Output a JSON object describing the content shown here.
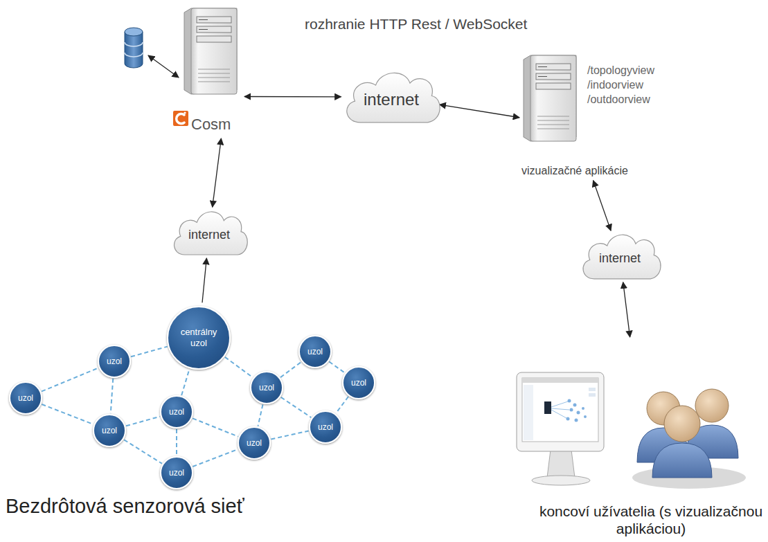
{
  "diagram": {
    "nodes": [
      {
        "text": [
          "Cosm"
        ]
      },
      {
        "text": [
          "internet"
        ]
      },
      {
        "text": [
          "/topologyview /indoorview /outdoorview",
          "vizualizačné aplikácie"
        ]
      },
      {
        "text": [
          "internet"
        ]
      },
      {
        "text": [
          "internet"
        ]
      },
      {
        "text": [
          "centrálny uzol"
        ]
      },
      {
        "text": [
          "uzol"
        ]
      },
      {
        "text": [
          "uzol"
        ]
      },
      {
        "text": [
          "uzol"
        ]
      },
      {
        "text": [
          "uzol"
        ]
      },
      {
        "text": [
          "uzol"
        ]
      },
      {
        "text": [
          "uzol"
        ]
      },
      {
        "text": [
          "uzol"
        ]
      },
      {
        "text": [
          "uzol"
        ]
      },
      {
        "text": [
          "uzol"
        ]
      },
      {
        "text": [
          "uzol"
        ]
      },
      {
        "text": [
          "koncoví užívatelia (s vizualizačnou aplikáciou)"
        ]
      }
    ],
    "edges": [
      {
        "from": 0,
        "to": 1,
        "arrow": "both"
      },
      {
        "from": 1,
        "to": 2,
        "arrow": "both"
      },
      {
        "from": 0,
        "to": 3,
        "arrow": "both"
      },
      {
        "from": 5,
        "to": 3,
        "arrow": "to"
      },
      {
        "from": 2,
        "to": 4,
        "arrow": "both"
      },
      {
        "from": 4,
        "to": 16,
        "arrow": "both"
      },
      {
        "from": 10,
        "to": 7,
        "arrow": "none"
      },
      {
        "from": 10,
        "to": 13,
        "arrow": "none"
      },
      {
        "from": 7,
        "to": 5,
        "arrow": "none"
      },
      {
        "from": 7,
        "to": 13,
        "arrow": "none"
      },
      {
        "from": 13,
        "to": 11,
        "arrow": "none"
      },
      {
        "from": 11,
        "to": 5,
        "arrow": "none"
      },
      {
        "from": 11,
        "to": 15,
        "arrow": "none"
      },
      {
        "from": 13,
        "to": 15,
        "arrow": "none"
      },
      {
        "from": 11,
        "to": 14,
        "arrow": "none"
      },
      {
        "from": 15,
        "to": 14,
        "arrow": "none"
      },
      {
        "from": 5,
        "to": 9,
        "arrow": "none"
      },
      {
        "from": 9,
        "to": 14,
        "arrow": "none"
      },
      {
        "from": 9,
        "to": 6,
        "arrow": "none"
      },
      {
        "from": 9,
        "to": 12,
        "arrow": "none"
      },
      {
        "from": 14,
        "to": 12,
        "arrow": "none"
      },
      {
        "from": 6,
        "to": 8,
        "arrow": "none"
      },
      {
        "from": 8,
        "to": 12,
        "arrow": "none"
      }
    ],
    "labels": [
      "rozhranie HTTP Rest / WebSocket",
      "Bezdrôtová senzorová sieť"
    ]
  }
}
